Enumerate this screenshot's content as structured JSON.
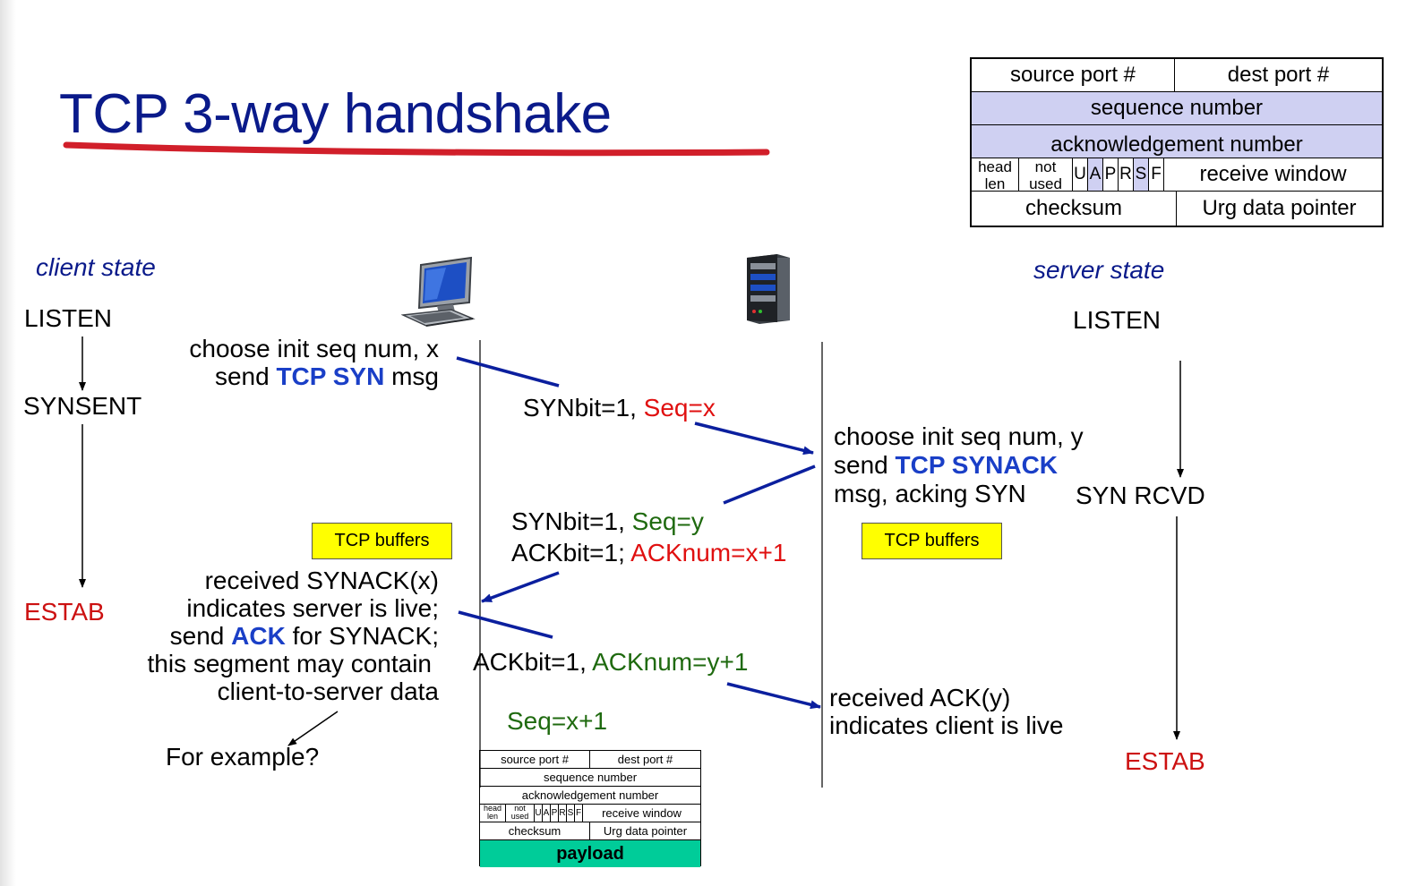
{
  "title": "TCP 3-way handshake",
  "header_fields": {
    "source_port": "source port #",
    "dest_port": "dest port #",
    "sequence_number": "sequence number",
    "acknowledgement_number": "acknowledgement number",
    "head_len": "head len",
    "not_used": "not used",
    "flags": [
      "U",
      "A",
      "P",
      "R",
      "S",
      "F"
    ],
    "receive_window": "receive window",
    "checksum": "checksum",
    "urg_pointer": "Urg data pointer",
    "payload": "payload"
  },
  "client": {
    "state_heading": "client state",
    "states": [
      "LISTEN",
      "SYNSENT",
      "ESTAB"
    ],
    "step1": {
      "line1": "choose init seq num, x",
      "line2_pre": "send ",
      "line2_kw": "TCP SYN",
      "line2_post": " msg"
    },
    "step3": {
      "line1": "received SYNACK(x)",
      "line2": "indicates server is live;",
      "line3_pre": "send ",
      "line3_kw": "ACK",
      "line3_post": " for SYNACK;",
      "line4": "this segment may contain",
      "line5": "client-to-server data"
    },
    "example": "For example?"
  },
  "server": {
    "state_heading": "server state",
    "states": [
      "LISTEN",
      "SYN RCVD",
      "ESTAB"
    ],
    "step2": {
      "line1": "choose init seq num, y",
      "line2_pre": "send ",
      "line2_kw": "TCP SYNACK",
      "line3": "msg, acking SYN"
    },
    "step4": {
      "line1": "received ACK(y)",
      "line2": "indicates client is live"
    }
  },
  "buffers_label": "TCP buffers",
  "messages": {
    "syn": {
      "a": "SYNbit=1, ",
      "b": "Seq=x"
    },
    "synack_l1": {
      "a": "SYNbit=1, ",
      "b": "Seq=y"
    },
    "synack_l2": {
      "a": "ACKbit=1; ",
      "b": "ACKnum=x+1"
    },
    "ack": {
      "a": "ACKbit=1, ",
      "b": "ACKnum=y+1"
    },
    "ack_seq": "Seq=x+1"
  },
  "colors": {
    "title": "#0a1a8a",
    "keyword": "#1a3fc7",
    "red": "#e01010",
    "green": "#1f6a0f",
    "arrow": "#0b1f9e",
    "buffer": "#ffff00",
    "payload": "#00cc99"
  },
  "icons": [
    "computer-icon",
    "server-icon"
  ]
}
